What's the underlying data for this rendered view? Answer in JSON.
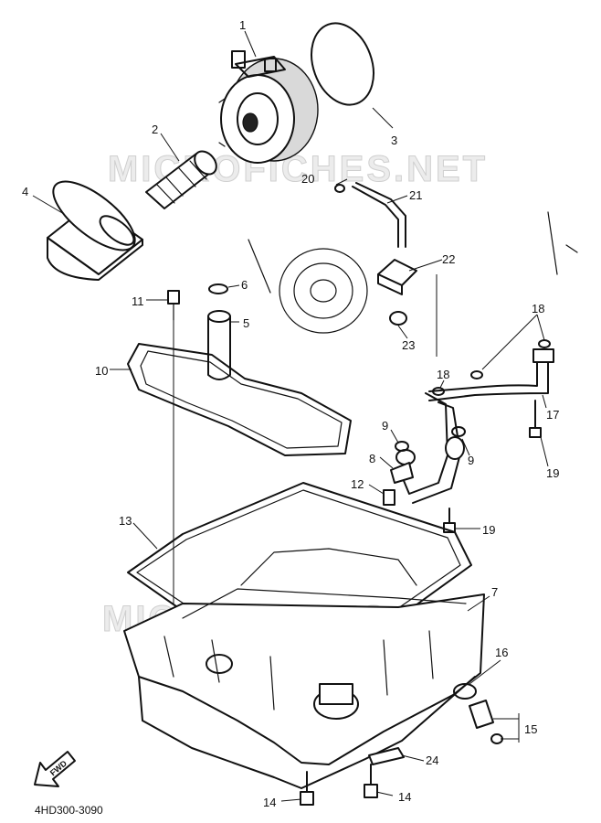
{
  "watermarks": [
    "MICROFICHES.NET",
    "MICROFICHES.NET"
  ],
  "diagram_code": "4HD300-3090",
  "fwd_label": "FWD",
  "callouts": {
    "c1": "1",
    "c2": "2",
    "c3": "3",
    "c4": "4",
    "c5": "5",
    "c6": "6",
    "c7": "7",
    "c8": "8",
    "c9a": "9",
    "c9b": "9",
    "c10": "10",
    "c11": "11",
    "c12": "12",
    "c13": "13",
    "c14a": "14",
    "c14b": "14",
    "c15": "15",
    "c16": "16",
    "c17": "17",
    "c18a": "18",
    "c18b": "18",
    "c19a": "19",
    "c19b": "19",
    "c20": "20",
    "c21": "21",
    "c22": "22",
    "c23": "23",
    "c24": "24"
  }
}
